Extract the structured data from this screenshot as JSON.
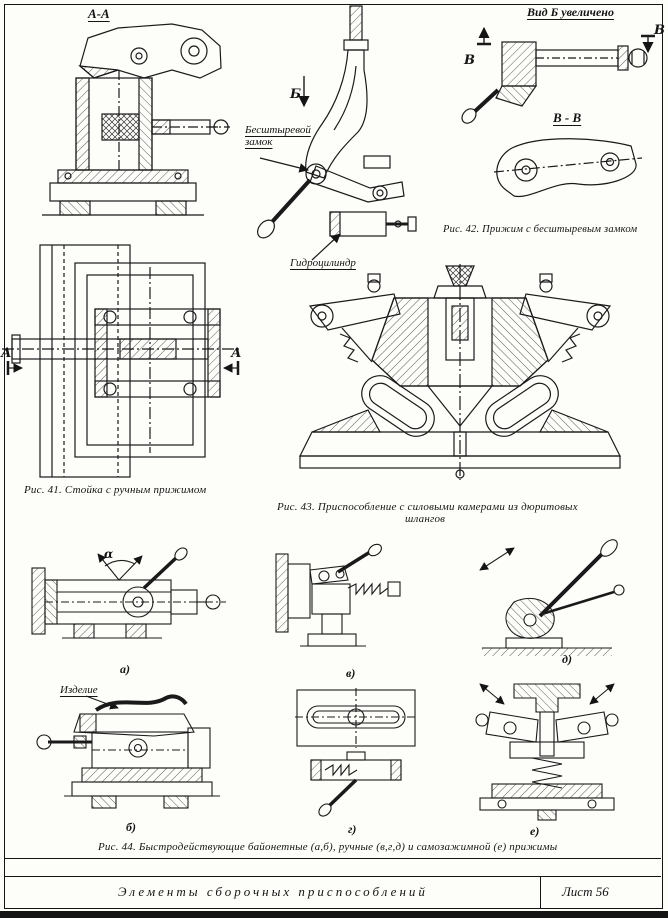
{
  "colors": {
    "ink": "#141414",
    "paper": "#fdfdfa"
  },
  "fig41": {
    "section_label": "А-А",
    "cut_letter_left": "А",
    "cut_letter_right": "А",
    "caption": "Рис. 41. Стойка с ручным прижимом"
  },
  "fig42": {
    "view_arrow_letter": "Б",
    "label_lock_line1": "Бесштыревой",
    "label_lock_line2": "замок",
    "label_cylinder": "Гидроцилиндр",
    "view_enlarged_label": "Вид Б увеличено",
    "cut_letter_left": "В",
    "cut_letter_right": "В",
    "section_label": "В - В",
    "caption": "Рис. 42. Прижим с бесштыревым замком"
  },
  "fig43": {
    "caption_line1": "Рис. 43. Приспособление с силовыми камерами из дюритовых",
    "caption_line2": "шлангов"
  },
  "fig44": {
    "caption": "Рис. 44. Быстродействующие  байонетные (а,б), ручные (в,г,д) и самозажимной (е) прижимы",
    "sub_a": "а)",
    "sub_b": "б)",
    "sub_v": "в)",
    "sub_g": "г)",
    "sub_d": "д)",
    "sub_e": "е)",
    "label_workpiece": "Изделие",
    "label_alpha": "α"
  },
  "footer": {
    "title": "Элементы  сборочных  приспособлений",
    "sheet": "Лист 56"
  }
}
